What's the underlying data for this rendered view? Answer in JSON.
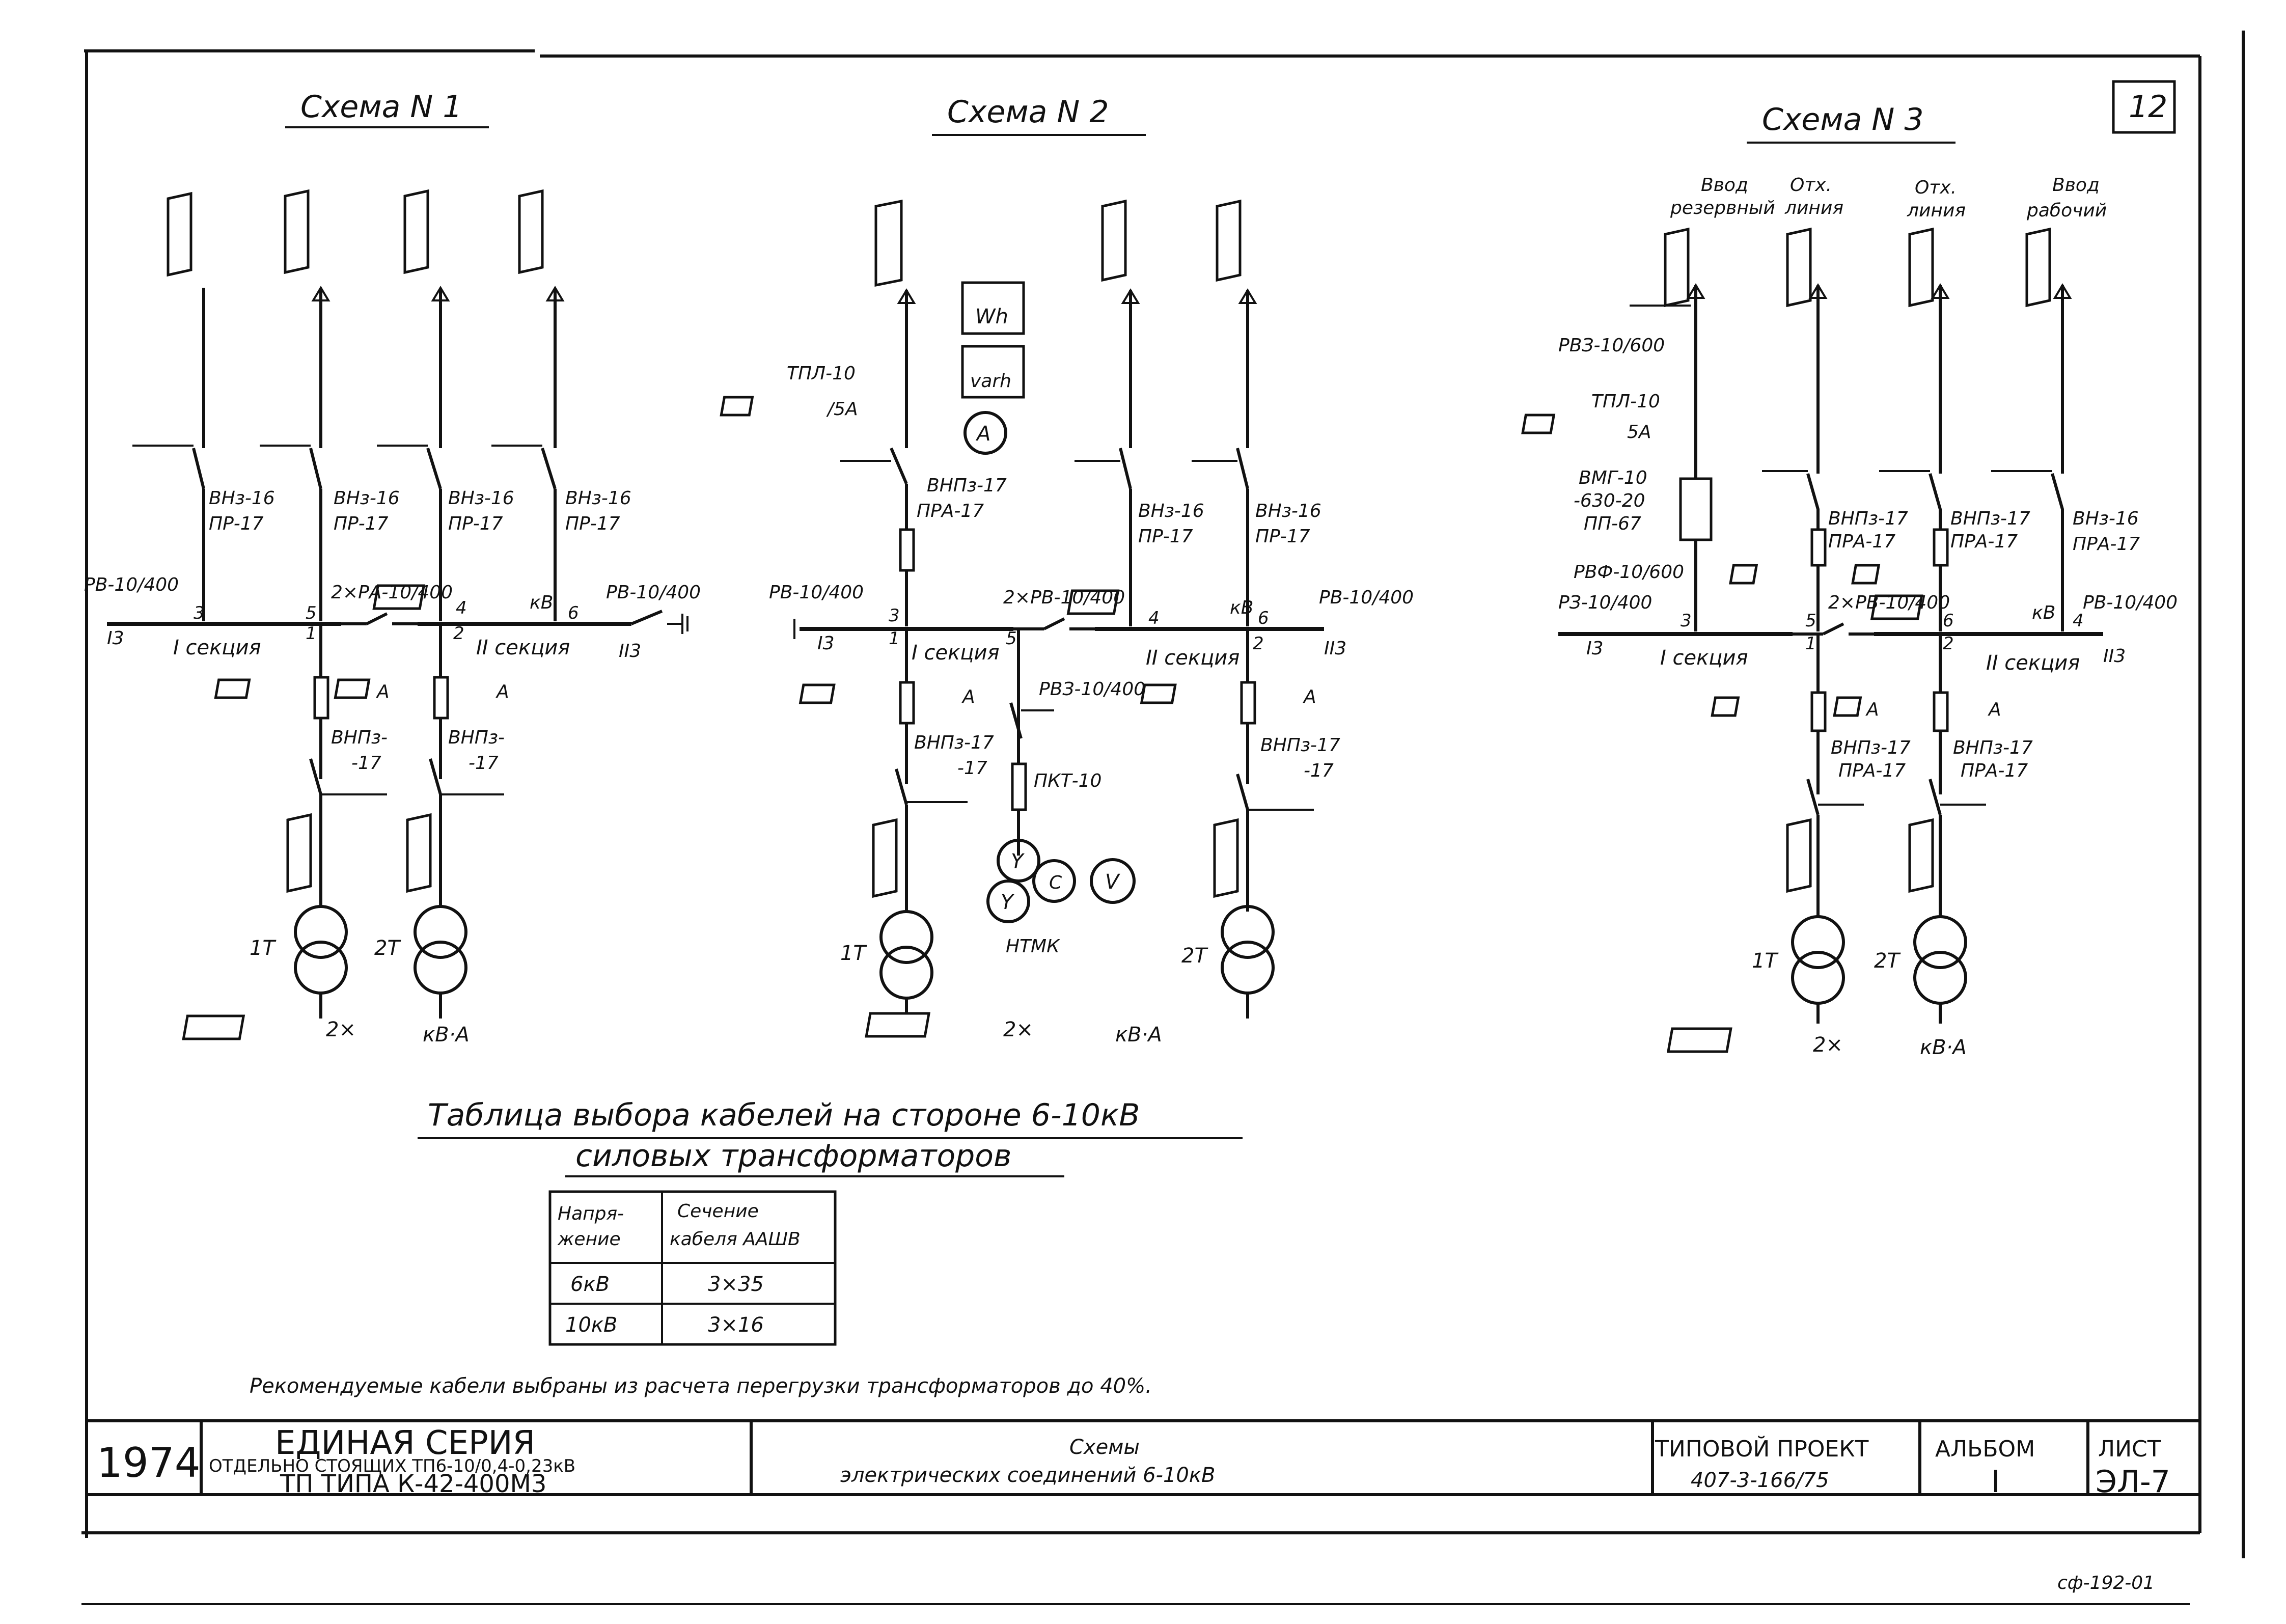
{
  "sheet_number": "12",
  "schemes": [
    {
      "title": "Схема N 1",
      "switch_labels": [
        "ВНз-16\nПР-17",
        "ВНз-16\nПР-17",
        "ВНз-16\nПР-17",
        "ВНз-16\nПР-17"
      ],
      "feeder_top_labels": [],
      "rv_left": "РВ-10/400",
      "rv_right": "РВ-10/400",
      "sectional": "2×РА-10/400",
      "ground_left": "I3",
      "ground_right": "II3",
      "section_left": "I секция",
      "section_right": "II секция",
      "kv_label": "кВ",
      "node_numbers": [
        "3",
        "5",
        "1",
        "4",
        "2",
        "6"
      ],
      "fuse_labels": [
        "А",
        "А"
      ],
      "transformer_switch": [
        "ВНПз-\n-17",
        "ВНПз-\n-17"
      ],
      "transformers": [
        "1Т",
        "2Т"
      ],
      "rating": "2× ____ кВ·А"
    },
    {
      "title": "Схема N 2",
      "meters": [
        "Wh",
        "varh"
      ],
      "ammeter": "A",
      "voltmeter": "V",
      "ct_label": "ТПЛ-10\n/5А",
      "switch_labels": [
        "ВНПз-17\nПРА-17",
        "ВНз-16\nПР-17",
        "ВНз-16\nПР-17"
      ],
      "rv_left": "РВ-10/400",
      "rv_right": "РВ-10/400",
      "sectional": "2×РВ-10/400",
      "ground_left": "I3",
      "ground_right": "II3",
      "section_left": "I секция",
      "section_right": "II секция",
      "kv_label": "кВ",
      "node_numbers": [
        "3",
        "1",
        "5",
        "4",
        "6",
        "2"
      ],
      "rvz": "РВЗ-10/400",
      "pkt": "ПКТ-10",
      "vt": "НТМК",
      "transformer_switch": [
        "ВНПз-17\n-17",
        "ВНПз-17\n-17"
      ],
      "transformers": [
        "1Т",
        "2Т"
      ],
      "rating": "2× ____ кВ·А"
    },
    {
      "title": "Схема N 3",
      "feeder_top_labels": [
        "Ввод\nрезервный",
        "Отх.\nлиния",
        "Отх.\nлиния",
        "Ввод\nрабочий"
      ],
      "rvz": "РВЗ-10/600",
      "ct_label": "ТПЛ-10\n/5А",
      "breaker": "ВМГ-10\n-630-20\nПП-67",
      "rvf": "РВФ-10/600",
      "switch_labels": [
        "ВНПз-17\nПРА-17",
        "ВНПз-17\nПРА-17",
        "ВНз-16\nПРА-17"
      ],
      "rv_left": "РЗ-10/400",
      "rv_right": "РВ-10/400",
      "sectional": "2×РВ-10/400",
      "ground_left": "I3",
      "ground_right": "II3",
      "section_left": "I секция",
      "section_right": "II секция",
      "kv_label": "кВ",
      "node_numbers": [
        "3",
        "5",
        "1",
        "6",
        "2",
        "4"
      ],
      "transformer_switch": [
        "ВНПз-17\nПРА-17",
        "ВНПз-17\nПРА-17"
      ],
      "transformers": [
        "1Т",
        "2Т"
      ],
      "rating": "2× ____ кВ·А"
    }
  ],
  "table": {
    "title_line1": "Таблица выбора кабелей на стороне 6-10кВ",
    "title_line2": "силовых трансформаторов",
    "headers": [
      "Напря-\nжение",
      "Сечение\nкабеля ААШВ"
    ],
    "rows": [
      [
        "6кВ",
        "3×35"
      ],
      [
        "10кВ",
        "3×16"
      ]
    ]
  },
  "note": "Рекомендуемые кабели выбраны из расчета перегрузки трансформаторов до 40%.",
  "title_block": {
    "year": "1974",
    "series_line1": "ЕДИНАЯ  СЕРИЯ",
    "series_line2": "ОТДЕЛЬНО СТОЯЩИХ ТП6-10/0,4-0,23кВ",
    "series_line3": "ТП ТИПА К-42-400М3",
    "drawing_title_line1": "Схемы",
    "drawing_title_line2": "электрических соединений 6-10кВ",
    "project_label": "ТИПОВОЙ ПРОЕКТ",
    "project_number": "407-3-166/75",
    "album_label": "АЛЬБОМ",
    "album_value": "I",
    "sheet_label": "ЛИСТ",
    "sheet_value": "ЭЛ-7"
  },
  "stamp": "сф-192-01"
}
